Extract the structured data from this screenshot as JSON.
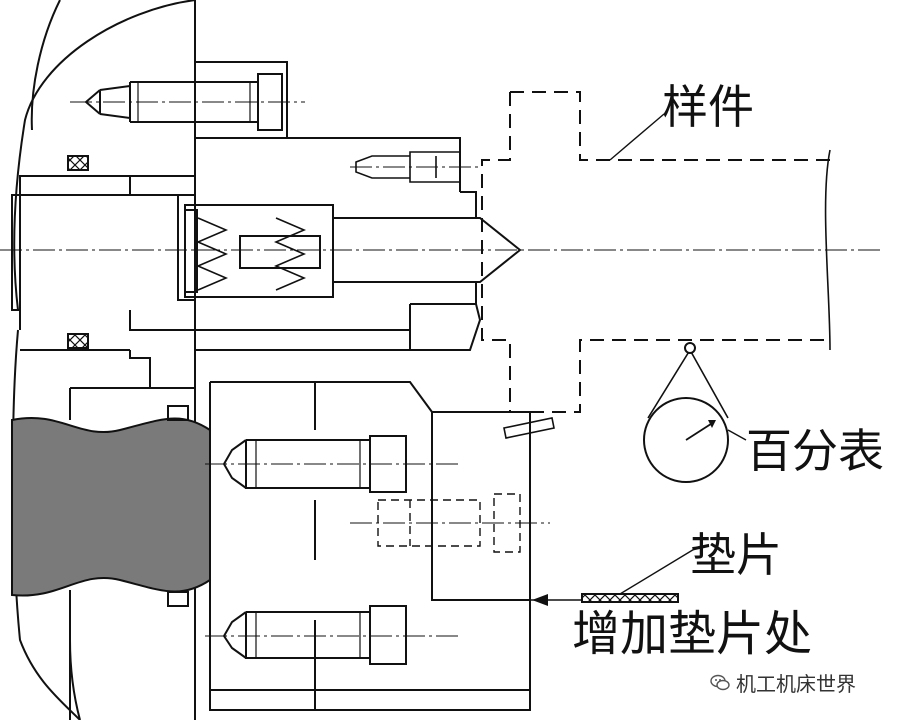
{
  "labels": {
    "sample": "样件",
    "dial_gauge": "百分表",
    "shim": "垫片",
    "add_shim_location": "增加垫片处"
  },
  "watermark": {
    "icon": "wechat-icon",
    "text": "机工机床世界"
  }
}
